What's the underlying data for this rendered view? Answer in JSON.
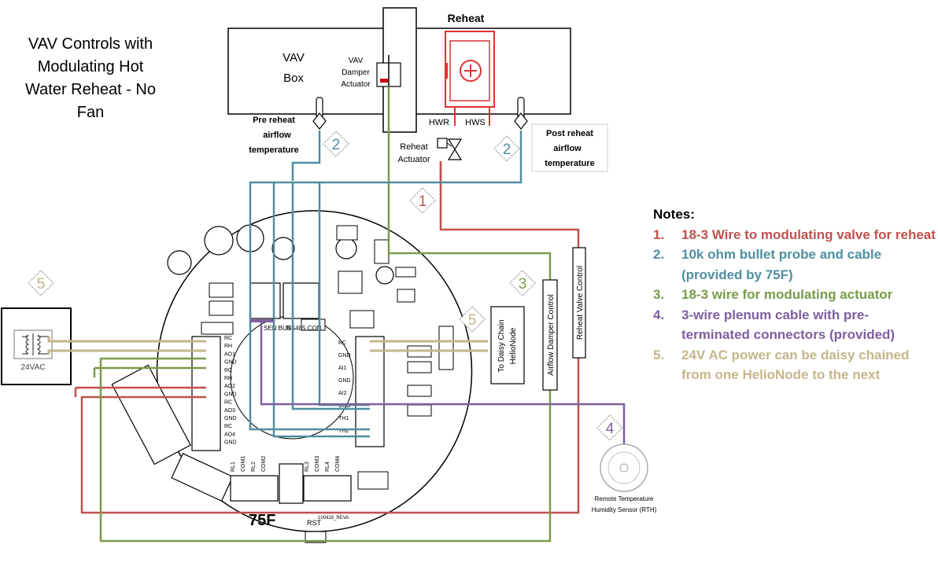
{
  "title_lines": [
    "VAV Controls with",
    "Modulating Hot",
    "Water Reheat - No",
    "Fan"
  ],
  "labels": {
    "reheat": "Reheat",
    "vav_box_1": "VAV",
    "vav_box_2": "Box",
    "damper_actuator": [
      "VAV",
      "Damper",
      "Actuator"
    ],
    "pre_reheat": [
      "Pre reheat",
      "airflow",
      "temperature"
    ],
    "post_reheat": [
      "Post reheat",
      "airflow",
      "temperature"
    ],
    "reheat_actuator": [
      "Reheat",
      "Actuator"
    ],
    "hwr": "HWR",
    "hws": "HWS",
    "transformer": "24VAC",
    "daisy_chain": [
      "To Daisy Chain",
      "HelioNode"
    ],
    "airflow_damper_control": "Airflow Damper Control",
    "reheat_valve_control": "Reheat Valve Control",
    "remote_sensor": [
      "Remote Temperature",
      "Humidity Sensor (RTH)"
    ],
    "board_brand": "75F",
    "board_rst": "RST",
    "board_id": "100418_REVA",
    "board_bus_1": "SEN BUS",
    "board_bus_2": "RS485 CON",
    "board_terminals_left": [
      "RC",
      "RH",
      "AO1",
      "GND",
      "RC",
      "RH",
      "AO2",
      "GND",
      "RC",
      "AO3",
      "GND",
      "RC",
      "AO4",
      "GND"
    ],
    "board_terminals_right": [
      "RC",
      "GND",
      "AI1",
      "GND",
      "AI2",
      "GND",
      "TH1",
      "TH2"
    ],
    "board_relays_left": [
      "RL1",
      "COM1",
      "RL2",
      "COM2"
    ],
    "board_relays_right": [
      "RL3",
      "COM3",
      "RL4",
      "COM4"
    ]
  },
  "badges": [
    {
      "num": "1",
      "color": "#c0504d"
    },
    {
      "num": "2",
      "color": "#4f8fa0"
    },
    {
      "num": "2",
      "color": "#4f8fa0"
    },
    {
      "num": "3",
      "color": "#7a9a4a"
    },
    {
      "num": "4",
      "color": "#7e5fa0"
    },
    {
      "num": "5",
      "color": "#c4b58a"
    },
    {
      "num": "5",
      "color": "#c4b58a"
    }
  ],
  "notes": {
    "header": "Notes:",
    "items": [
      {
        "num": "1.",
        "text": "18-3 Wire to modulating valve for reheat",
        "color": "#c0504d"
      },
      {
        "num": "2.",
        "text": "10k ohm bullet probe and cable (provided by 75F)",
        "color": "#4f8fa0"
      },
      {
        "num": "3.",
        "text": "18-3 wire for modulating  actuator",
        "color": "#7a9a4a"
      },
      {
        "num": "4.",
        "text": "3-wire plenum cable with pre-terminated connectors (provided)",
        "color": "#7e5fa0"
      },
      {
        "num": "5.",
        "text": "24V AC power can be daisy chained from one HelioNode to the next",
        "color": "#c4b58a"
      }
    ]
  },
  "wire_colors": {
    "red": "#c0504d",
    "teal": "#4f8fa0",
    "green": "#7a9a4a",
    "purple": "#7e5fa0",
    "tan": "#c4b58a"
  }
}
